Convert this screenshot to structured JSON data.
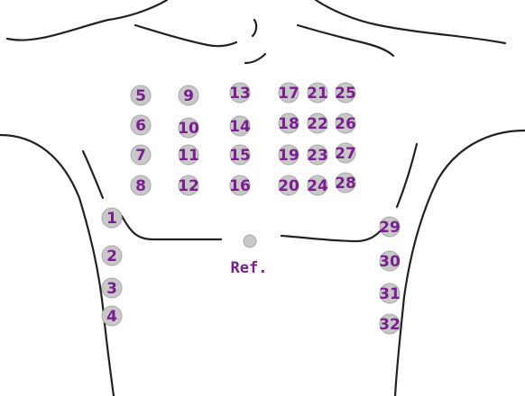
{
  "diagram": {
    "electrodes": [
      "1",
      "2",
      "3",
      "4",
      "5",
      "6",
      "7",
      "8",
      "9",
      "10",
      "11",
      "12",
      "13",
      "14",
      "15",
      "16",
      "17",
      "18",
      "19",
      "20",
      "21",
      "22",
      "23",
      "24",
      "25",
      "26",
      "27",
      "28",
      "29",
      "30",
      "31",
      "32"
    ],
    "reference_label": "Ref.",
    "colors": {
      "electrode_fill": "#c8c8c8",
      "electrode_stroke": "#a8a8a8",
      "label": "#7a1f8f",
      "outline": "#222222"
    }
  }
}
